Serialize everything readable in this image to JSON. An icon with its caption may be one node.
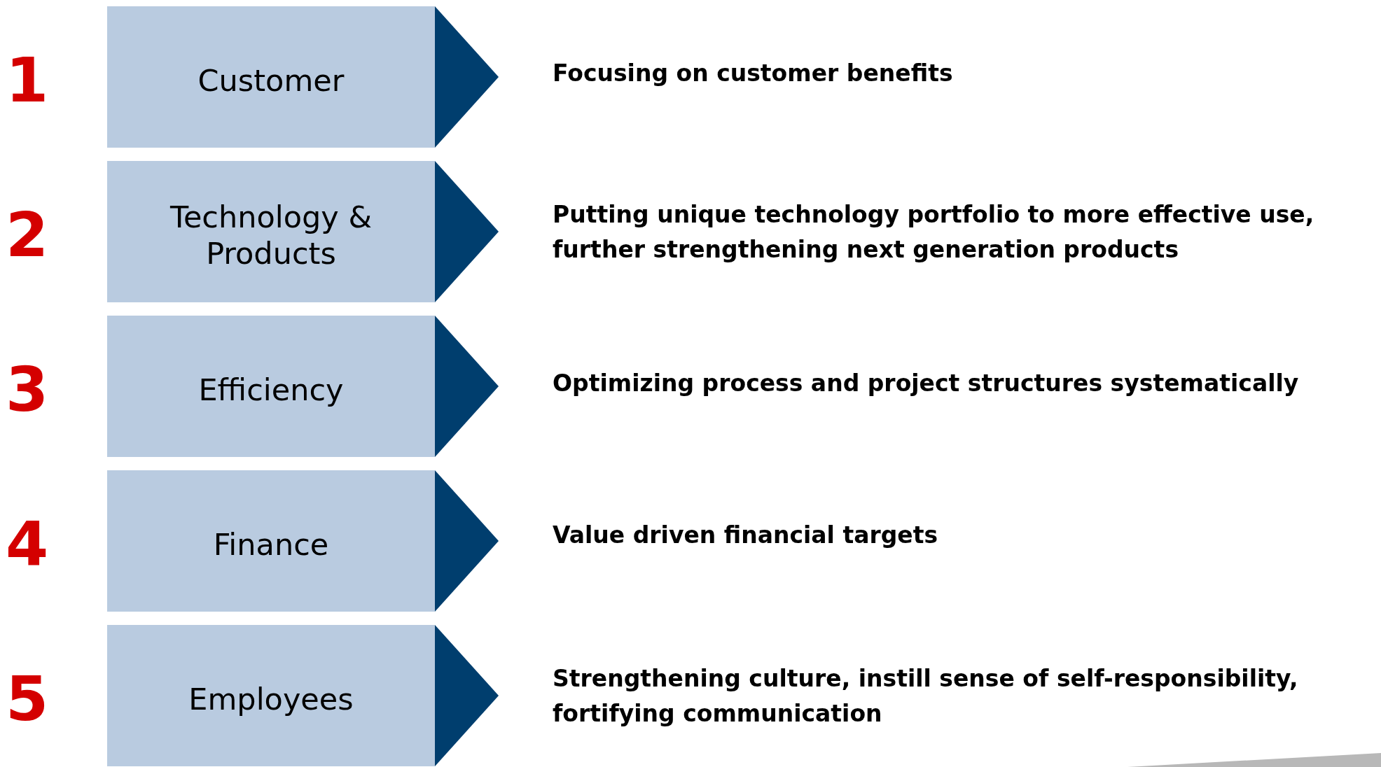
{
  "diagram": {
    "nodes": [
      {
        "text": [
          "Customer"
        ],
        "beside": [
          "Focusing on customer benefits"
        ]
      },
      {
        "text": [
          "Technology & Products"
        ],
        "beside": [
          "Putting unique technology portfolio to more effective use, further strengthening next generation products"
        ]
      },
      {
        "text": [
          "Efficiency"
        ],
        "beside": [
          "Optimizing process and project structures systematically"
        ]
      },
      {
        "text": [
          "Finance"
        ],
        "beside": [
          "Value driven financial targets"
        ]
      },
      {
        "text": [
          "Employees"
        ],
        "beside": [
          "Strengthening culture, instill sense of self-responsibility, fortifying communication"
        ]
      }
    ],
    "labels": [
      "1",
      "2",
      "3",
      "4",
      "5"
    ]
  }
}
